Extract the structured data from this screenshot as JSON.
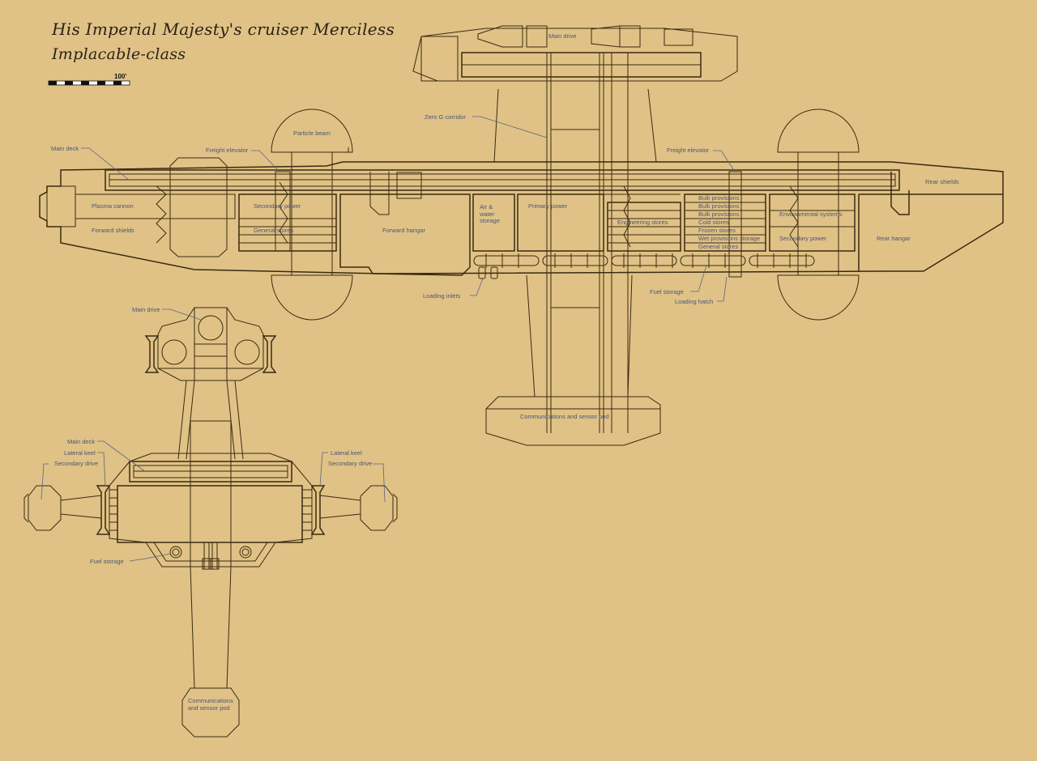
{
  "title": "His Imperial Majesty's cruiser Merciless",
  "subtitle": "Implacable-class",
  "scale_label": "100'",
  "side_view": {
    "main_drive": "Main drive",
    "zero_g_corridor": "Zero G corridor",
    "particle_beam": "Particle beam",
    "main_deck": "Main deck",
    "freight_elevator_fwd": "Freight elevator",
    "freight_elevator_aft": "Freight elevator",
    "plasma_cannon": "Plasma cannon",
    "forward_shields": "Forward shields",
    "secondary_power_fwd": "Secondary power",
    "general_stores_fwd": "General stores",
    "forward_hangar": "Forward hangar",
    "air_water_storage": [
      "Air &",
      "water",
      "storage"
    ],
    "primary_power": "Primary power",
    "engineering_stores": "Engineering stores",
    "provisions": [
      "Bulk provisions",
      "Bulk provisions",
      "Bulk provisions",
      "Cold stores",
      "Frozen stores",
      "Wet provisions storage",
      "General stores"
    ],
    "environmental_systems": "Environmental systems",
    "secondary_power_aft": "Secondary power",
    "rear_shields": "Rear shields",
    "rear_hangar": "Rear hangar",
    "loading_inlets": "Loading inlets",
    "fuel_storage": "Fuel storage",
    "loading_hatch": "Loading hatch",
    "comms_pod": "Communications and sensor pod"
  },
  "front_view": {
    "main_drive": "Main drive",
    "main_deck": "Main deck",
    "lateral_keel_left": "Lateral keel",
    "secondary_drive_left": "Secondary drive",
    "lateral_keel_right": "Lateral keel",
    "secondary_drive_right": "Secondary drive",
    "fuel_storage": "Fuel storage",
    "comms_pod": [
      "Communications",
      "and sensor pod"
    ]
  }
}
